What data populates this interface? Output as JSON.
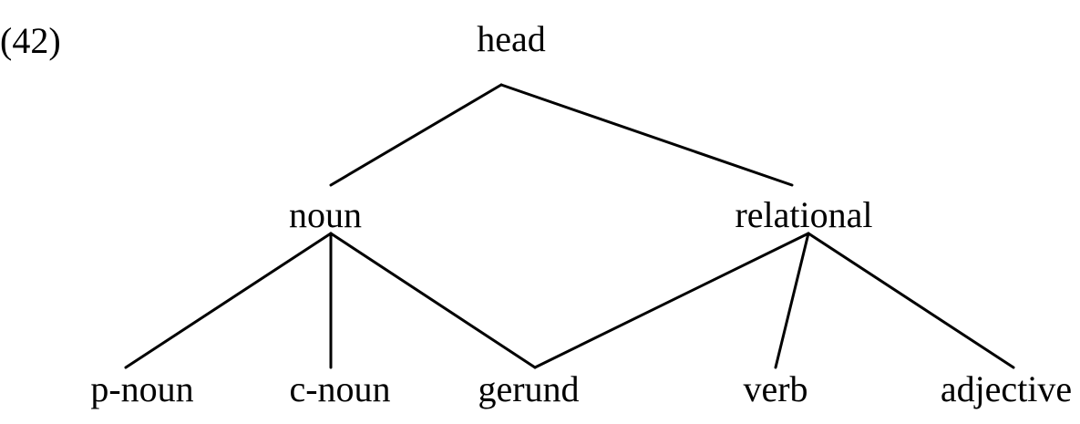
{
  "example_number": "(42)",
  "nodes": {
    "head": "head",
    "noun": "noun",
    "relational": "relational",
    "p_noun": "p-noun",
    "c_noun": "c-noun",
    "gerund": "gerund",
    "verb": "verb",
    "adjective": "adjective"
  },
  "edges": [
    [
      "head",
      "noun"
    ],
    [
      "head",
      "relational"
    ],
    [
      "noun",
      "p_noun"
    ],
    [
      "noun",
      "c_noun"
    ],
    [
      "noun",
      "gerund"
    ],
    [
      "relational",
      "gerund"
    ],
    [
      "relational",
      "verb"
    ],
    [
      "relational",
      "adjective"
    ]
  ]
}
